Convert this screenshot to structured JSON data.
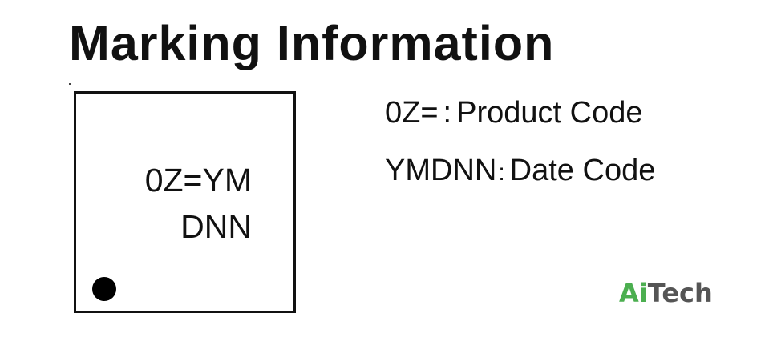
{
  "title": {
    "word1": "Marking",
    "word2": "Information"
  },
  "chip": {
    "marking_line_1": "0Z=YM",
    "marking_line_2": "DNN"
  },
  "legend": [
    {
      "code": "0Z=",
      "separator": ":",
      "description": "Product Code"
    },
    {
      "code": "YMDNN",
      "separator": ":",
      "description": "Date Code"
    }
  ],
  "watermark": {
    "part1": "Ai",
    "part2": "Tech",
    "color_part1": "#4caf50",
    "color_part2": "#555555"
  }
}
